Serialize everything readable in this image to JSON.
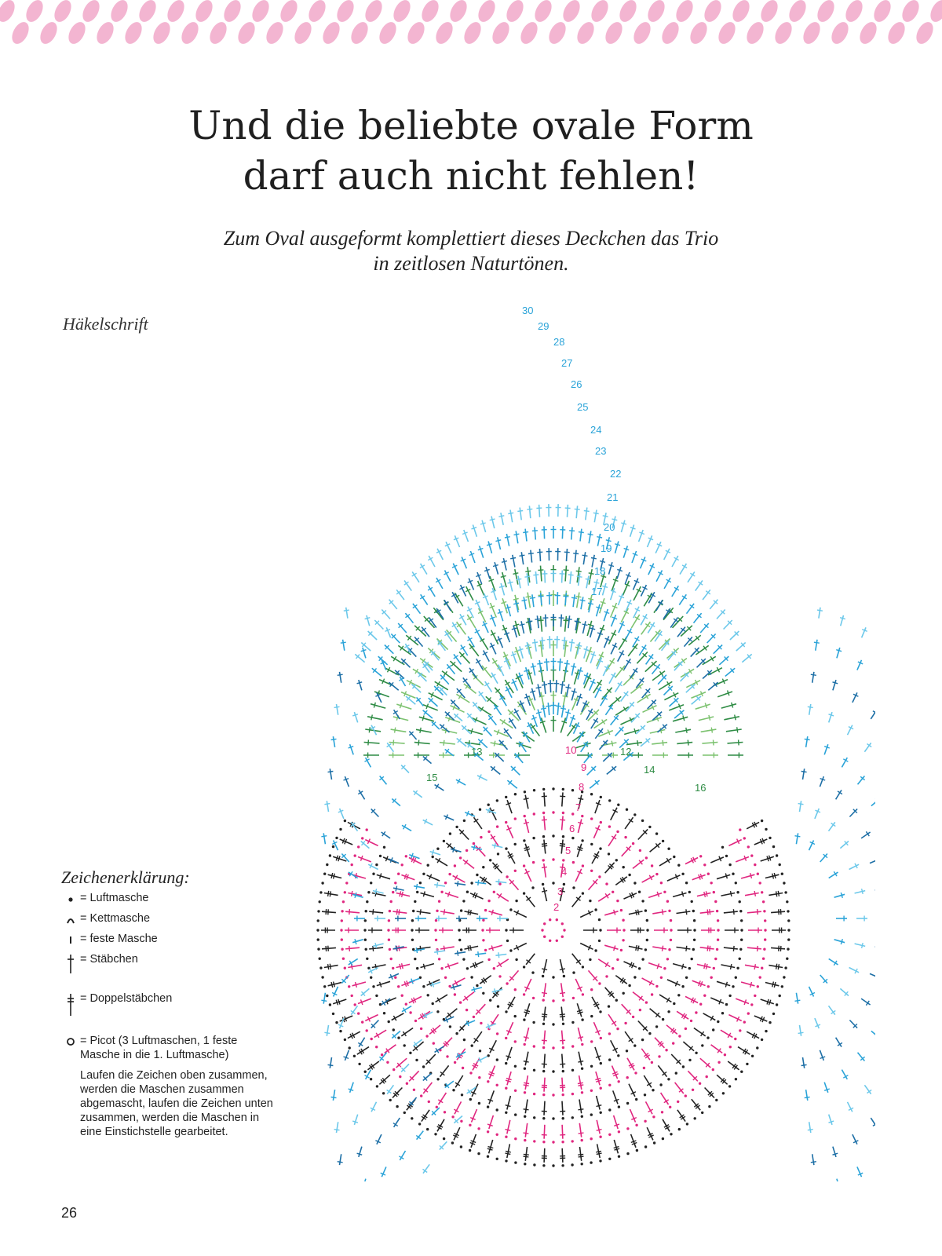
{
  "header": {
    "title_line1": "Und die beliebte ovale Form",
    "title_line2": "darf auch nicht fehlen!",
    "subtitle_line1": "Zum Oval ausgeformt komplettiert dieses Deckchen das Trio",
    "subtitle_line2": "in zeitlosen Naturtönen."
  },
  "diagram": {
    "label": "Häkelschrift",
    "round_numbers": [
      "2",
      "3",
      "4",
      "5",
      "6",
      "7",
      "8",
      "9",
      "10",
      "12",
      "13",
      "14",
      "15",
      "16",
      "17",
      "18",
      "19",
      "20",
      "21",
      "22",
      "23",
      "24",
      "25",
      "26",
      "27",
      "28",
      "29",
      "30"
    ],
    "colors": {
      "pink": "#e0267f",
      "black": "#222222",
      "green_dark": "#2f8c45",
      "green_light": "#7cc26f",
      "blue_dark": "#1d6fa6",
      "blue": "#2aa3d8",
      "blue_light": "#6cc8ea",
      "band_pink": "#f3b5d1"
    }
  },
  "legend": {
    "title": "Zeichenerklärung:",
    "items": [
      {
        "icon": "dot-icon",
        "label": "= Luftmasche"
      },
      {
        "icon": "arc-icon",
        "label": "= Kettmasche"
      },
      {
        "icon": "short-bar-icon",
        "label": "= feste Masche"
      },
      {
        "icon": "cross-icon",
        "label": "= Stäbchen"
      },
      {
        "icon": "double-cross-icon",
        "label": "= Doppelstäbchen"
      },
      {
        "icon": "circle-icon",
        "label": "= Picot (3 Luftmaschen, 1 feste Masche in die 1. Luftmasche)"
      }
    ],
    "note": "Laufen die Zeichen oben zusammen, werden die Maschen zusammen abgemascht, laufen die Zeichen unten zusammen, werden die Maschen in eine Einstichstelle gearbeitet."
  },
  "footer": {
    "page_number": "26"
  }
}
